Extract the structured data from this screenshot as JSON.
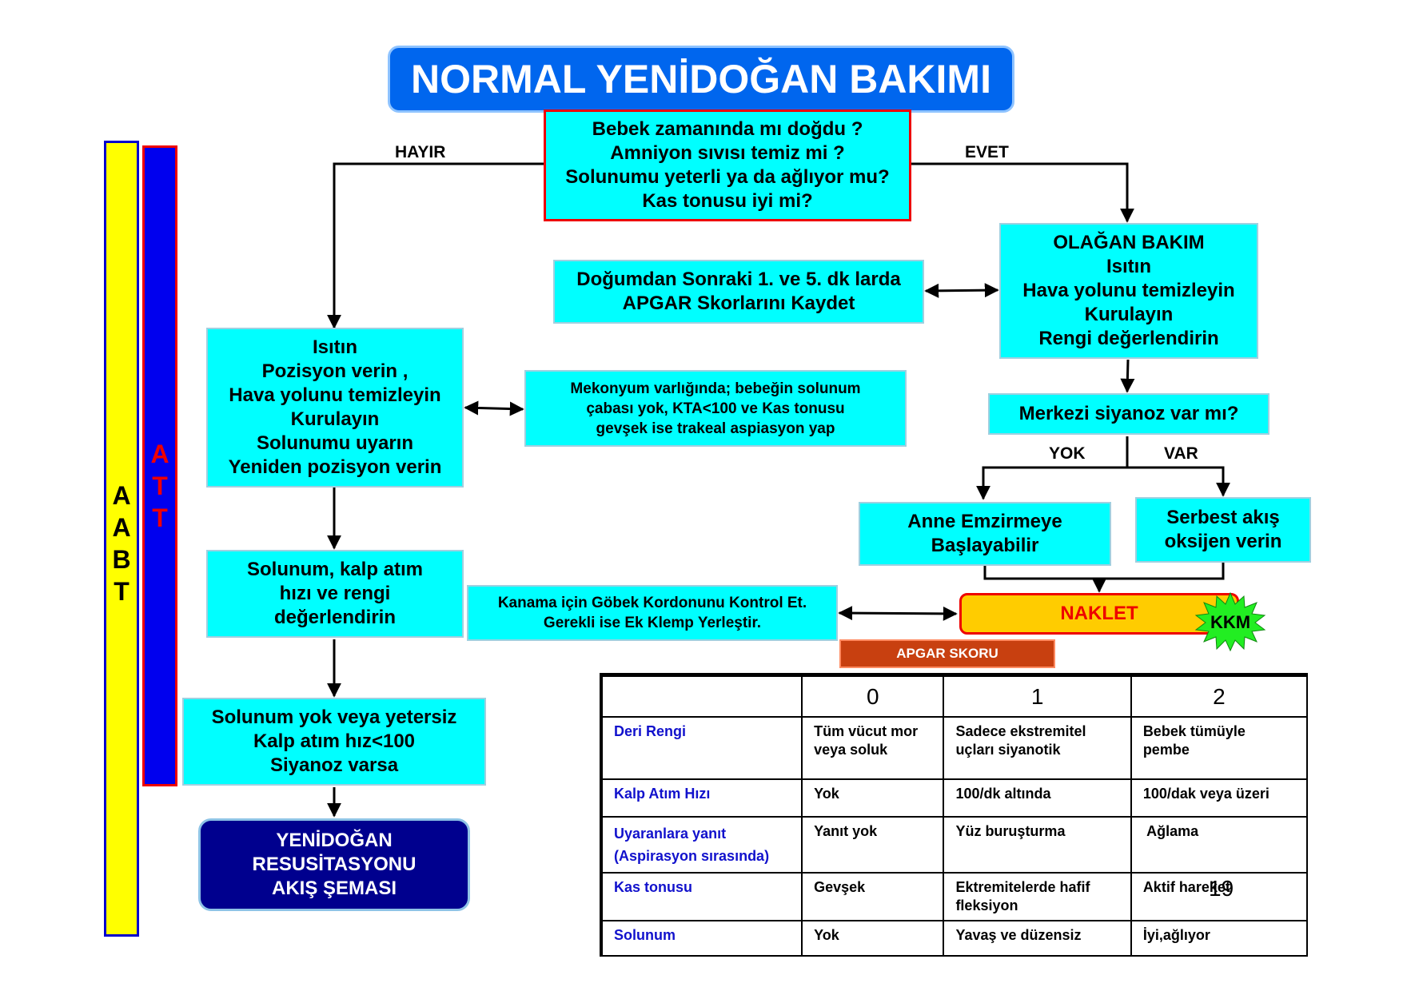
{
  "title": "NORMAL YENİDOĞAN BAKIMI",
  "left_bars": {
    "abt_letters": [
      "A",
      "A",
      "B",
      "T"
    ],
    "att_letters": [
      "A",
      "T",
      "T"
    ]
  },
  "labels": {
    "hayir": "HAYIR",
    "evet": "EVET",
    "yok": "YOK",
    "var": "VAR"
  },
  "boxes": {
    "question": [
      "Bebek zamanında mı doğdu ?",
      "Amniyon sıvısı temiz mi ?",
      "Solunumu yeterli ya da ağlıyor mu?",
      "Kas tonusu iyi mi?"
    ],
    "olagan": [
      "OLAĞAN BAKIM",
      "Isıtın",
      "Hava yolunu temizleyin",
      "Kurulayın",
      "Rengi değerlendirin"
    ],
    "apgar_kaydet": [
      "Doğumdan Sonraki 1. ve 5. dk larda",
      "APGAR Skorlarını Kaydet"
    ],
    "isitin": [
      "Isıtın",
      "Pozisyon verin ,",
      "Hava yolunu temizleyin",
      "Kurulayın",
      "Solunumu uyarın",
      "Yeniden pozisyon verin"
    ],
    "mekonyum": [
      "Mekonyum varlığında; bebeğin solunum",
      "çabası yok, KTA<100 ve Kas tonusu",
      "gevşek ise trakeal aspiasyon yap"
    ],
    "siyanoz": [
      "Merkezi siyanoz var mı?"
    ],
    "anne": [
      "Anne Emzirmeye",
      "Başlayabilir"
    ],
    "serbest": [
      "Serbest akış",
      "oksijen verin"
    ],
    "solunum_kalp": [
      "Solunum, kalp atım",
      "hızı ve rengi",
      "değerlendirin"
    ],
    "kanama": [
      "Kanama için Göbek Kordonunu Kontrol Et.",
      "Gerekli ise Ek Klemp Yerleştir."
    ],
    "solunum_yok": [
      "Solunum yok veya yetersiz",
      "Kalp atım hız<100",
      "Siyanoz varsa"
    ],
    "resus": [
      "YENİDOĞAN",
      "RESUSİTASYONU",
      "AKIŞ ŞEMASI"
    ]
  },
  "naklet": "NAKLET",
  "kkm": "KKM",
  "apgar": {
    "title": "APGAR SKORU",
    "headers": [
      "",
      "0",
      "1",
      "2"
    ],
    "rows": [
      {
        "criterion": [
          "Deri Rengi"
        ],
        "c0": [
          "Tüm vücut mor",
          "veya soluk"
        ],
        "c1": [
          "Sadece  ekstremitel",
          "uçları siyanotik"
        ],
        "c2": [
          "Bebek tümüyle",
          "pembe"
        ]
      },
      {
        "criterion": [
          "Kalp Atım Hızı"
        ],
        "c0": [
          "Yok"
        ],
        "c1": [
          "100/dk altında"
        ],
        "c2": [
          "100/dak veya üzeri"
        ]
      },
      {
        "criterion": [
          "Uyaranlara yanıt",
          "(Aspirasyon sırasında)"
        ],
        "c0": [
          "Yanıt yok"
        ],
        "c1": [
          "Yüz buruşturma"
        ],
        "c2": [
          " Ağlama"
        ]
      },
      {
        "criterion": [
          "Kas tonusu"
        ],
        "c0": [
          "Gevşek"
        ],
        "c1": [
          "Ektremitelerde hafif",
          "fleksiyon"
        ],
        "c2": [
          "Aktif hareket"
        ]
      },
      {
        "criterion": [
          "Solunum"
        ],
        "c0": [
          "Yok"
        ],
        "c1": [
          "Yavaş ve düzensiz"
        ],
        "c2": [
          "İyi,ağlıyor"
        ]
      }
    ]
  },
  "page_number": "19",
  "colors": {
    "box_fill": "#00FFFF",
    "title_fill": "#0066EE",
    "abt_bar": "#FFFF00",
    "att_bar": "#0000EE",
    "naklet_fill": "#FFCC00",
    "accent_red": "#EE0000",
    "kkm_star": "#22EE22",
    "apgar_title_fill": "#C84010",
    "resus_fill": "#00008E"
  }
}
